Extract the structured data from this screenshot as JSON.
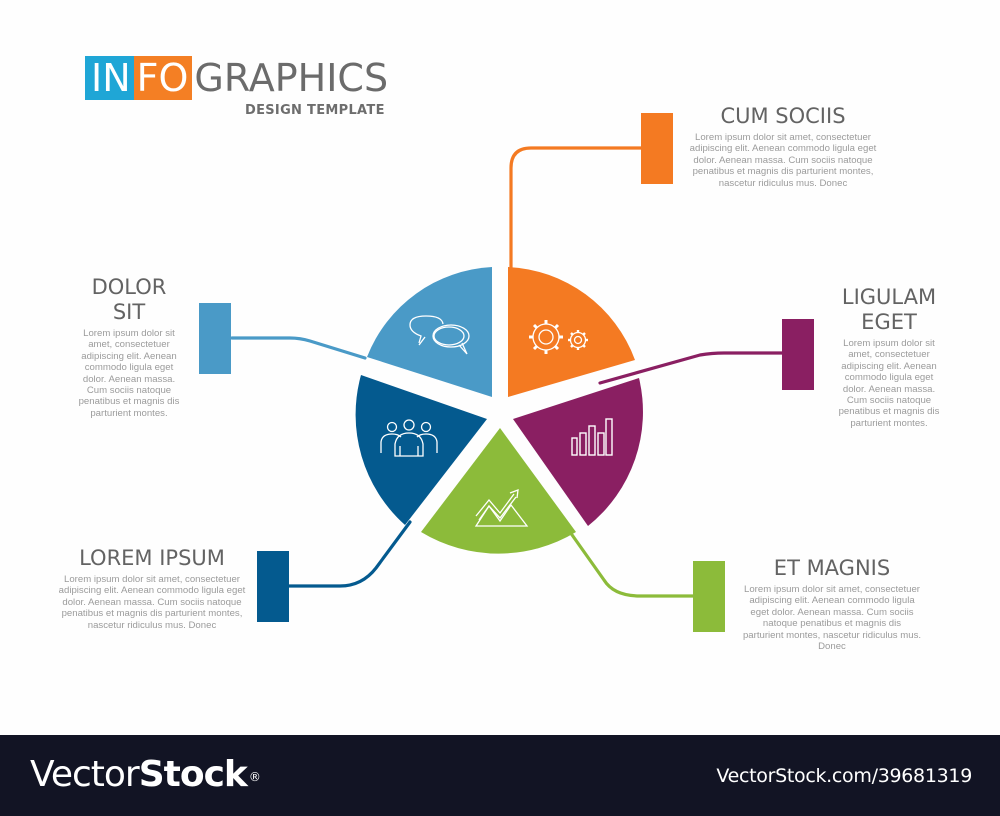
{
  "header": {
    "title_part1": "IN",
    "title_part2": "FO",
    "title_part3": "GRAPHICS",
    "subtitle": "DESIGN TEMPLATE",
    "title_colors": {
      "part1_bg": "#1fa6d6",
      "part2_bg": "#f47f24",
      "part3_text": "#6b6b6b"
    }
  },
  "segments": [
    {
      "id": "cum-sociis",
      "heading": "CUM SOCIIS",
      "body": "Lorem ipsum dolor sit amet, consectetuer adipiscing elit. Aenean commodo ligula eget dolor. Aenean massa. Cum sociis natoque penatibus et magnis dis parturient montes, nascetur ridiculus mus. Donec",
      "color": "#f47a22",
      "icon": "gears-icon"
    },
    {
      "id": "ligulam-eget",
      "heading": "LIGULAM EGET",
      "body": "Lorem ipsum dolor sit amet, consectetuer adipiscing elit. Aenean commodo ligula eget dolor. Aenean massa. Cum sociis natoque penatibus et magnis dis parturient montes.",
      "color": "#8a1f62",
      "icon": "bar-chart-icon"
    },
    {
      "id": "et-magnis",
      "heading": "ET MAGNIS",
      "body": "Lorem ipsum dolor sit amet, consectetuer adipiscing elit. Aenean commodo ligula eget dolor. Aenean massa. Cum sociis natoque penatibus et magnis dis parturient montes, nascetur ridiculus mus. Donec",
      "color": "#8cbb3a",
      "icon": "trend-up-icon"
    },
    {
      "id": "lorem-ipsum",
      "heading": "LOREM IPSUM",
      "body": "Lorem ipsum dolor sit amet, consectetuer adipiscing elit. Aenean commodo ligula eget dolor. Aenean massa. Cum sociis natoque penatibus et magnis dis parturient montes, nascetur ridiculus mus. Donec",
      "color": "#045a8f",
      "icon": "team-icon"
    },
    {
      "id": "dolor-sit",
      "heading": "DOLOR SIT",
      "body": "Lorem ipsum dolor sit amet, consectetuer adipiscing elit. Aenean commodo ligula eget dolor. Aenean massa. Cum sociis natoque penatibus et magnis dis parturient montes.",
      "color": "#4a9ac7",
      "icon": "chat-bubbles-icon"
    }
  ],
  "footer": {
    "brand_light": "Vector",
    "brand_bold": "Stock",
    "brand_mark": "®",
    "reference": "VectorStock.com/39681319"
  }
}
